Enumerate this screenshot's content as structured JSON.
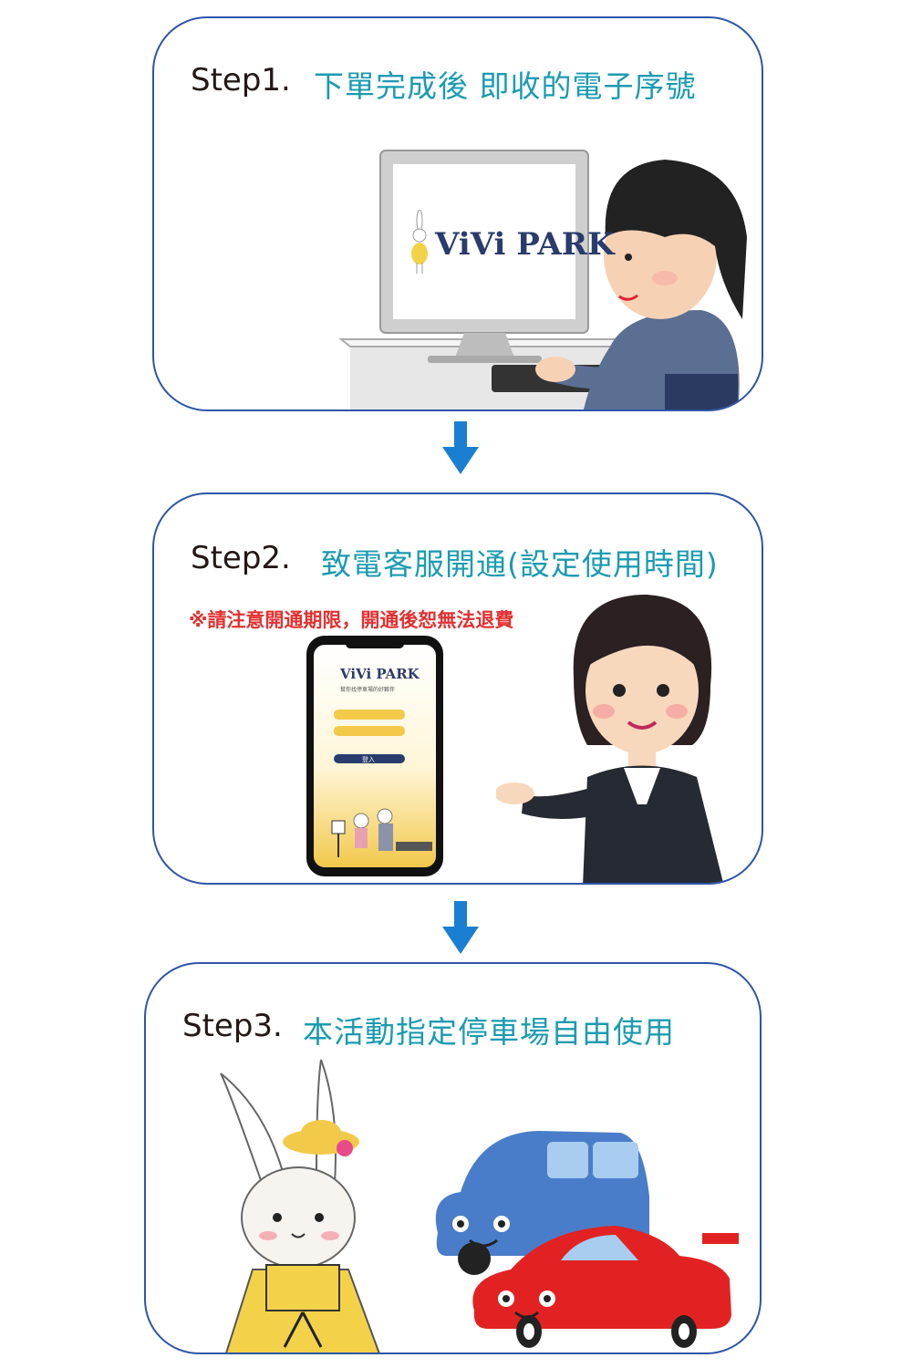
{
  "steps": [
    {
      "label": "Step1.",
      "text": "下單完成後 即收的電子序號"
    },
    {
      "label": "Step2.",
      "text": "致電客服開通(設定使用時間)",
      "notice": "※請注意開通期限，開通後恕無法退費"
    },
    {
      "label": "Step3.",
      "text": "本活動指定停車場自由使用"
    }
  ],
  "brand": {
    "monitor_logo": "ViVi PARK",
    "phone_logo": "ViVi PARK",
    "phone_tagline": "幫你找停車場的好夥伴",
    "phone_button": "登入"
  },
  "icons": {
    "arrow": "arrow-down-icon"
  },
  "colors": {
    "border": "#2d55a8",
    "step_text": "#1a9bb2",
    "notice": "#e23030",
    "arrow": "#1a7fd0"
  }
}
